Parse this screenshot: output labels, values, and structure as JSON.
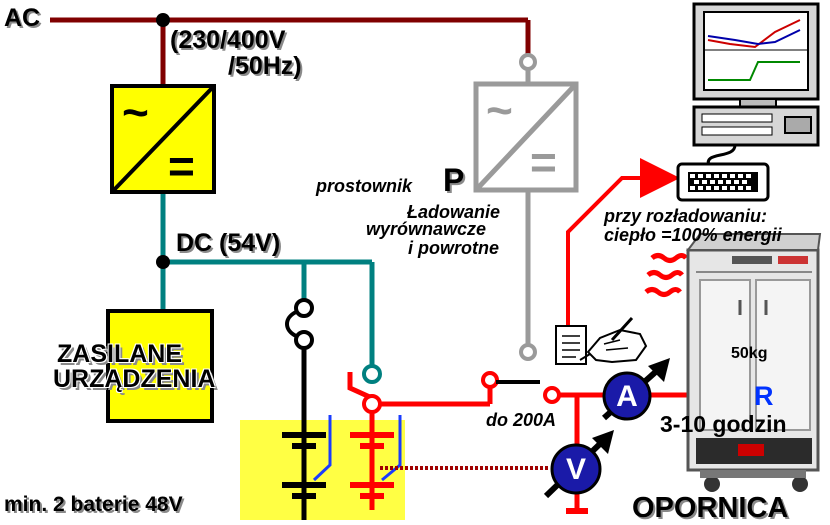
{
  "labels": {
    "ac": "AC",
    "mains_voltage_line1": "(230/400V",
    "mains_voltage_line2": "/50Hz)",
    "dc_voltage": "DC (54V)",
    "rectifier_caption": "prostownik",
    "rectifier_letter": "P",
    "charging_line1": "Ładowanie",
    "charging_line2": "wyrównawcze",
    "charging_line3": "i powrotne",
    "discharge_line1": "przy rozładowaniu:",
    "discharge_line2": "ciepło =100% energii",
    "load_line1": "ZASILANE",
    "load_line2": "URZĄDZENIA",
    "current_max": "do 200A",
    "duration": "3-10 godzin",
    "resistor_letter": "R",
    "weight": "50kg",
    "batteries": "min. 2 baterie 48V",
    "load_bank": "OPORNICA",
    "ammeter_letter": "A",
    "voltmeter_letter": "V"
  },
  "symbols": {
    "ac_glyph": "~",
    "dc_glyph": "="
  },
  "colors": {
    "ac_wire": "#800000",
    "dc_wire": "#008080",
    "test_wire": "#ff0000",
    "converter_fill": "#ffff00",
    "rectifier_gray": "#9a9a9a",
    "meter_fill": "#1a1aa8",
    "resistor_label": "#0033ff"
  }
}
